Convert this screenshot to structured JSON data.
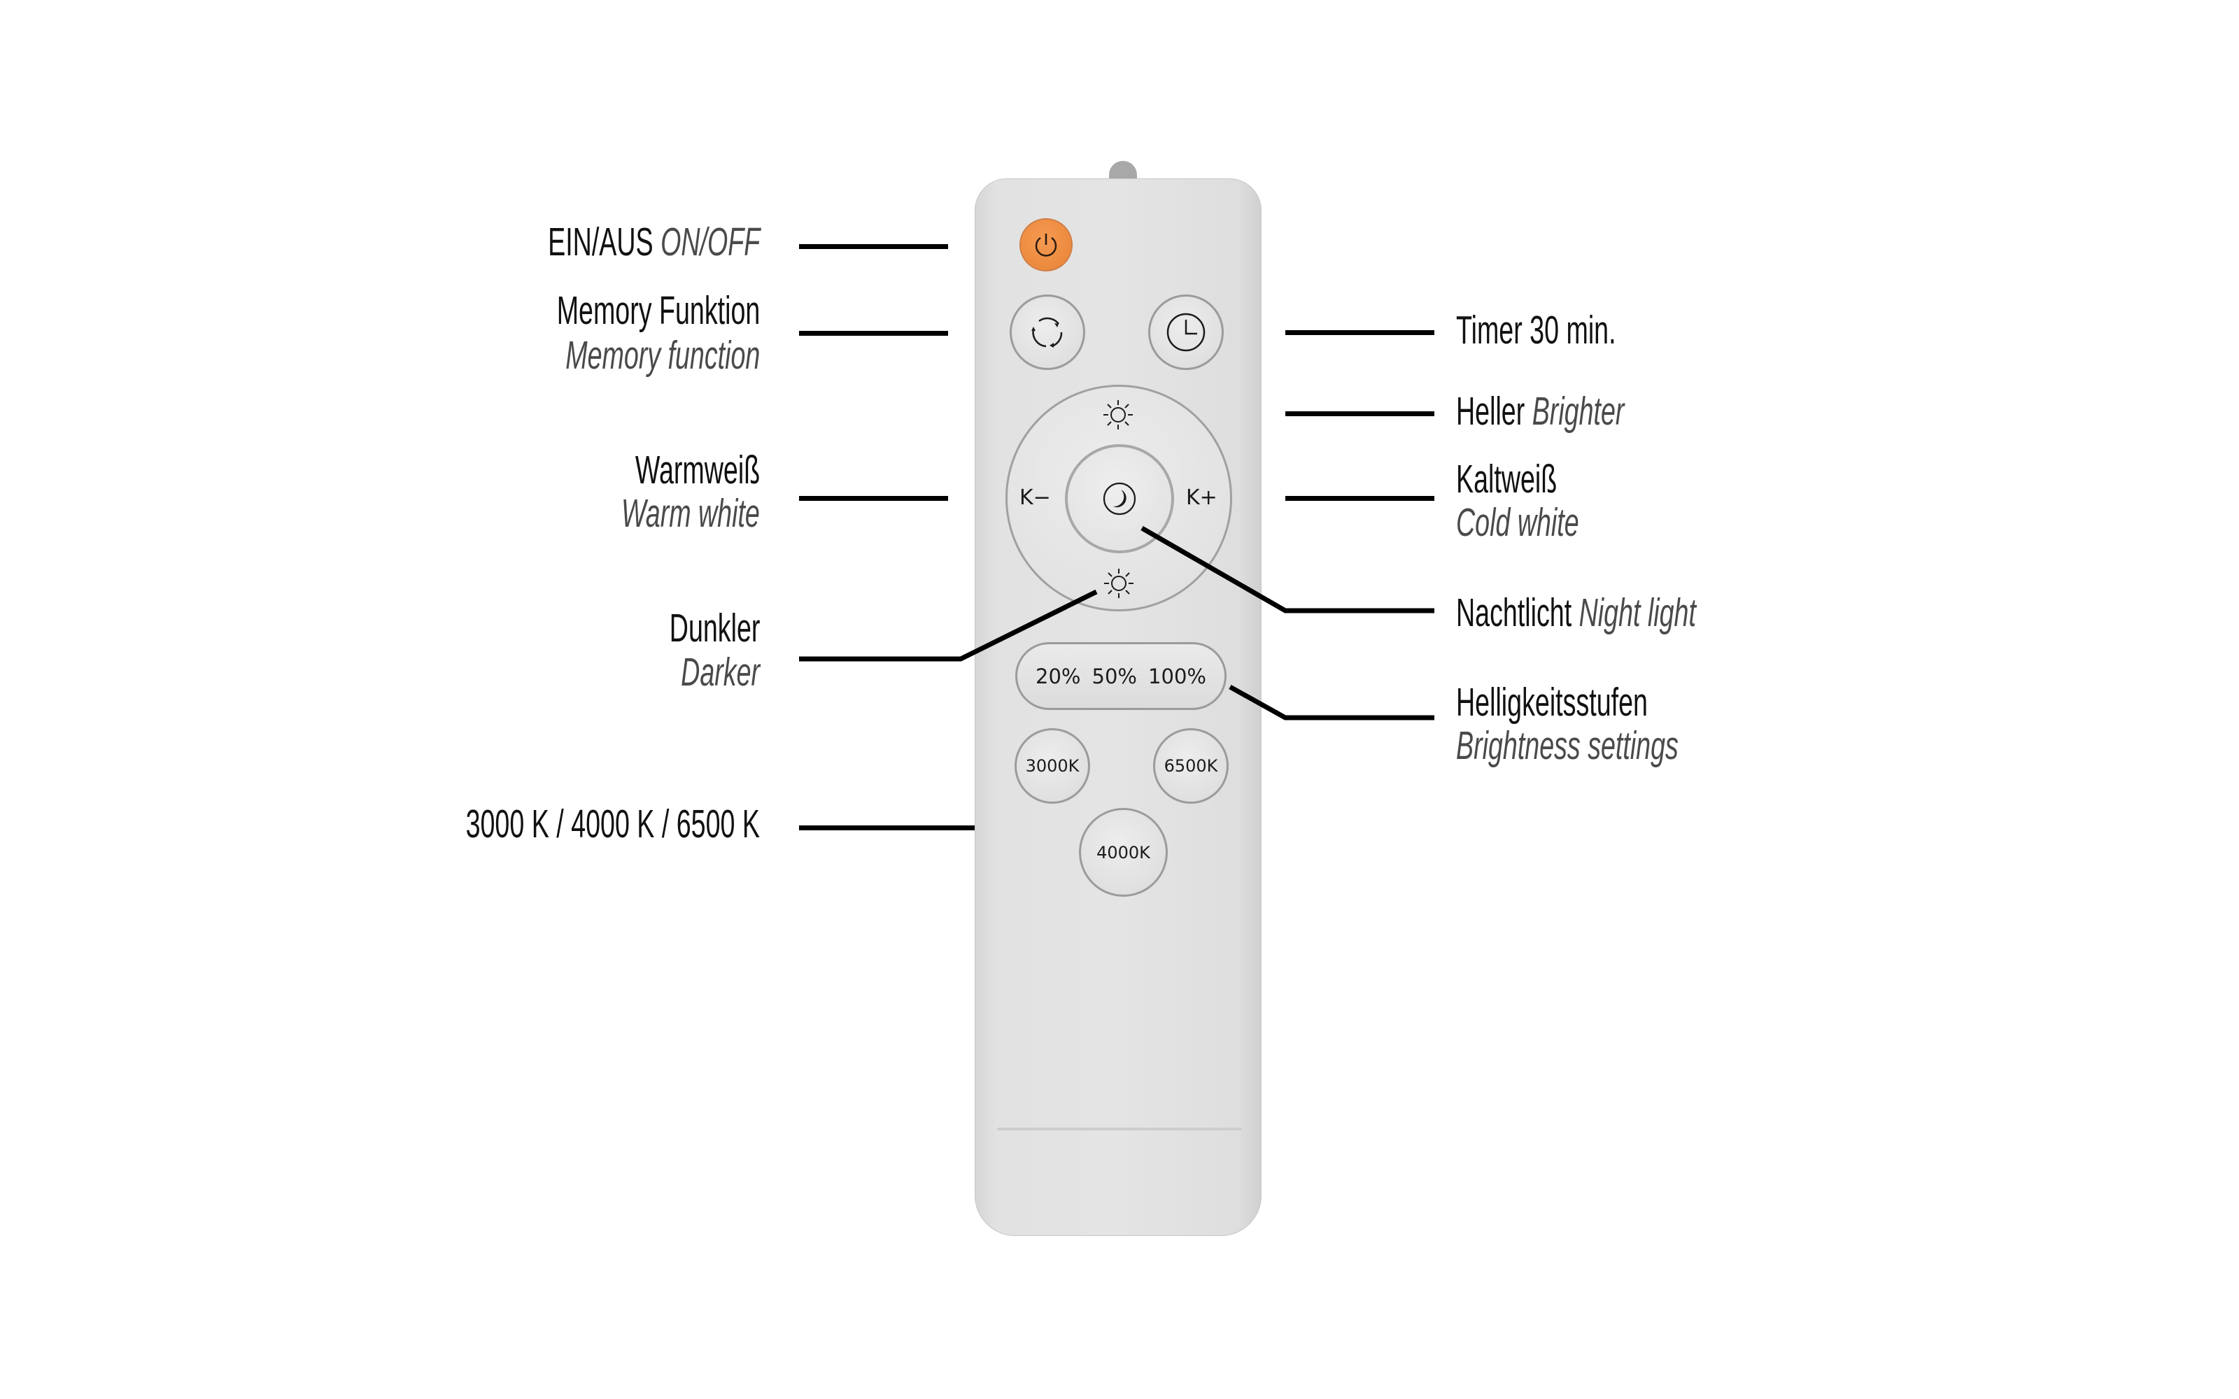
{
  "labels": {
    "on_off": {
      "de": "EIN/AUS",
      "en": "ON/OFF"
    },
    "memory": {
      "de": "Memory Funktion",
      "en": "Memory function"
    },
    "warm_white": {
      "de": "Warmweiß",
      "en": "Warm white"
    },
    "darker": {
      "de": "Dunkler",
      "en": "Darker"
    },
    "kelvin": {
      "de": "3000 K / 4000 K / 6500 K"
    },
    "timer": {
      "de": "Timer 30 min."
    },
    "brighter": {
      "de": "Heller",
      "en": "Brighter"
    },
    "cold_white": {
      "de": "Kaltweiß",
      "en": "Cold white"
    },
    "night_light": {
      "de": "Nachtlicht",
      "en": "Night light"
    },
    "brightness": {
      "de": "Helligkeitsstufen",
      "en": "Brightness settings"
    }
  },
  "remote": {
    "buttons": {
      "power": {
        "icon": "power-icon",
        "color": "#ec8a3e"
      },
      "memory": {
        "icon": "cycle-arrows-icon"
      },
      "timer": {
        "icon": "clock-icon"
      },
      "brighter": {
        "icon": "sun-icon"
      },
      "darker": {
        "icon": "sun-icon"
      },
      "k_minus": "K−",
      "k_plus": "K+",
      "night_light": {
        "icon": "moon-icon"
      },
      "brightness_levels": [
        "20%",
        "50%",
        "100%"
      ],
      "k3000": "3000K",
      "k6500": "6500K",
      "k4000": "4000K"
    }
  }
}
